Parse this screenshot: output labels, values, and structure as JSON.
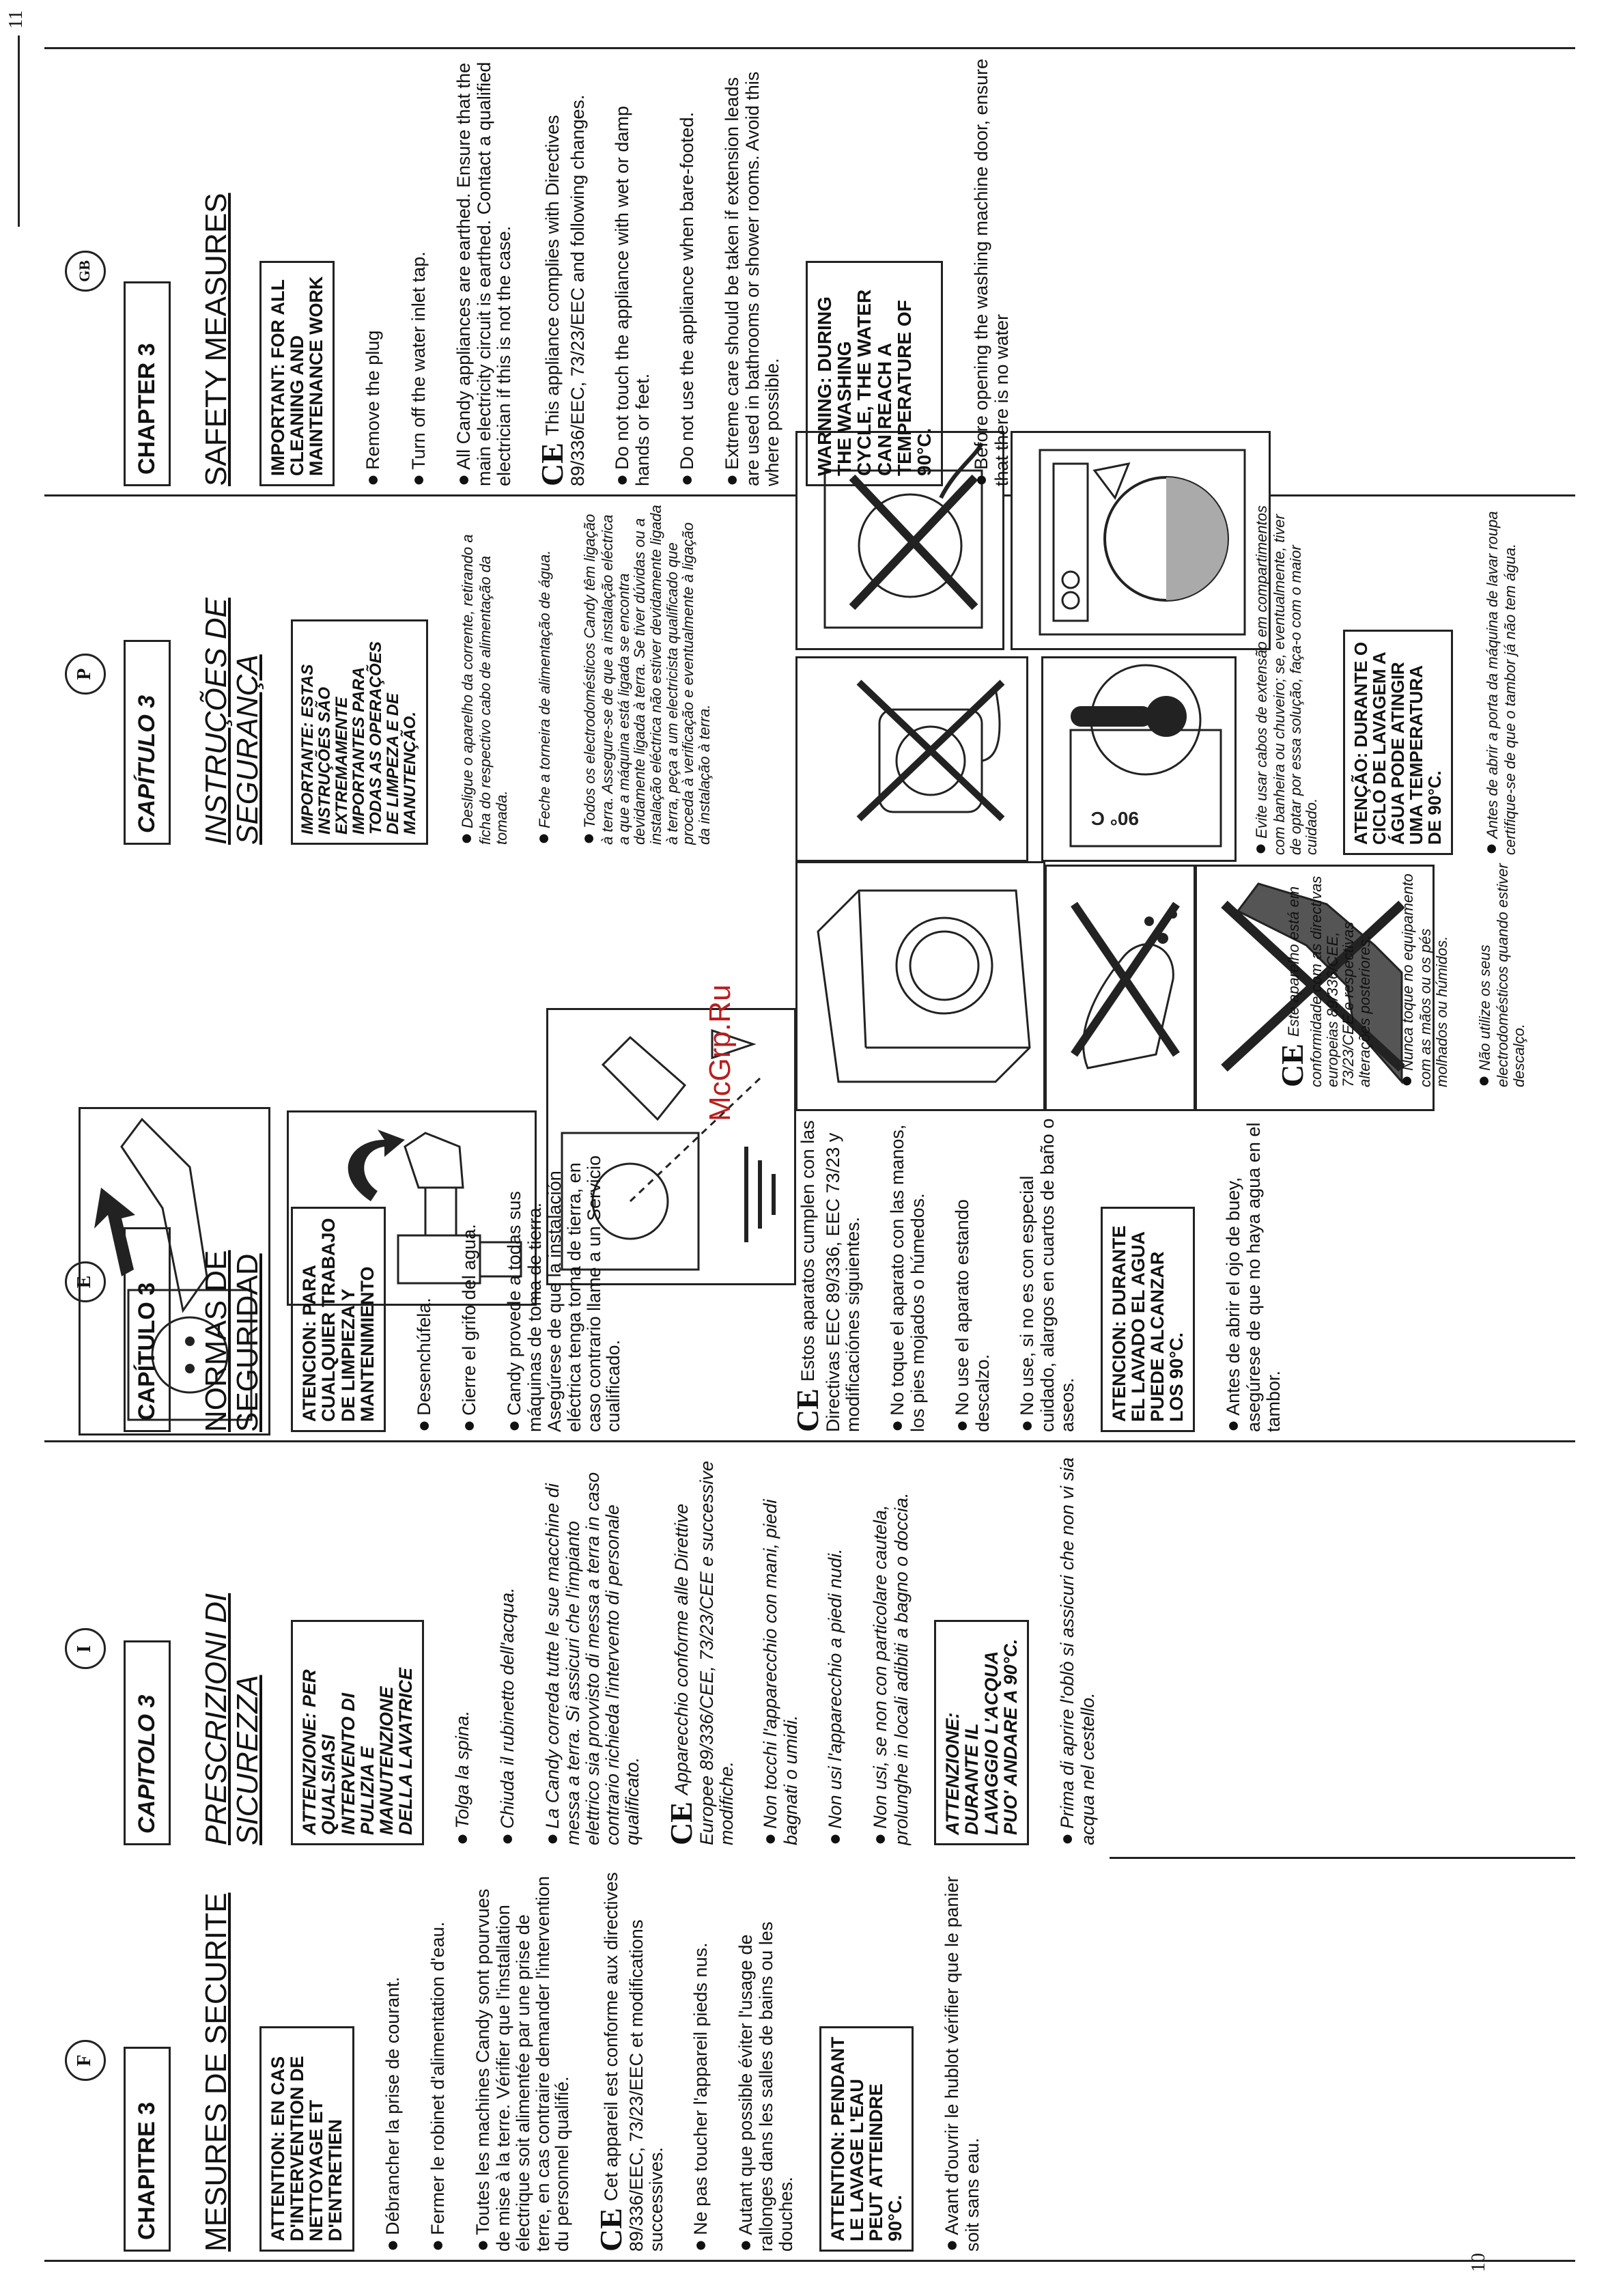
{
  "page_numbers": {
    "left": "10",
    "right": "11"
  },
  "watermark": "McGrp.Ru",
  "columns": {
    "fr": {
      "badge": "F",
      "chapter": "CHAPITRE 3",
      "title": "MESURES DE SECURITE",
      "warning": "ATTENTION: EN CAS D'INTERVENTION DE NETTOYAGE ET D'ENTRETIEN",
      "items": [
        "Débrancher la prise de courant.",
        "Fermer le robinet d'alimentation d'eau.",
        "Toutes les machines Candy sont pourvues de mise à la terre. Vérifier que l'installation électrique soit alimentée par une prise de terre, en cas contraire demander l'intervention du personnel qualifié.",
        "Cet appareil est conforme aux directives 89/336/EEC, 73/23/EEC et modifications successives.",
        "Ne pas toucher l'appareil pieds nus.",
        "Autant que possible éviter l'usage de rallonges dans les salles de bains ou les douches.",
        "ATTENTION: PENDANT LE LAVAGE L'EAU PEUT ATTEINDRE 90°C.",
        "Avant d'ouvrir le hublot vérifier que le panier soit sans eau."
      ]
    },
    "it": {
      "badge": "I",
      "chapter": "CAPITOLO 3",
      "title": "PRESCRIZIONI DI SICUREZZA",
      "warning": "ATTENZIONE: PER QUALSIASI INTERVENTO DI PULIZIA E MANUTENZIONE DELLA LAVATRICE",
      "items": [
        "Tolga la spina.",
        "Chiuda il rubinetto dell'acqua.",
        "La Candy correda tutte le sue macchine di messa a terra. Si assicuri che l'impianto elettrico sia provvisto di messa a terra in caso contrario richieda l'intervento di personale qualificato.",
        "Apparecchio conforme alle Direttive Europee 89/336/CEE, 73/23/CEE e successive modifiche.",
        "Non tocchi l'apparecchio con mani, piedi bagnati o umidi.",
        "Non usi l'apparecchio a piedi nudi.",
        "Non usi, se non con particolare cautela, prolunghe in locali adibiti a bagno o doccia.",
        "ATTENZIONE: DURANTE IL LAVAGGIO L'ACQUA PUO' ANDARE A 90°C.",
        "Prima di aprire l'oblò si assicuri che non vi sia acqua nel cestello."
      ]
    },
    "es": {
      "badge": "E",
      "chapter": "CAPÍTULO 3",
      "title": "NORMAS DE SEGURIDAD",
      "warning": "ATENCION: PARA CUALQUIER TRABAJO DE LIMPIEZA Y MANTENIMIENTO",
      "items": [
        "Desenchúfela.",
        "Cierre el grifo del agua.",
        "Candy provede a todas sus máquinas de toma de tierra. Asegúrese de que la instalación eléctrica tenga toma de tierra, en caso contrario llame a un Servicio cualificado.",
        "Estos aparatos cumplen con las Directivas EEC 89/336, EEC 73/23 y modificaciónes siguientes.",
        "No toque el aparato con las manos, los pies mojados o húmedos.",
        "No use el aparato estando descalzo.",
        "No use, si no es con especial cuidado, alargos en cuartos de baño o aseos.",
        "ATENCION: DURANTE EL LAVADO EL AGUA PUEDE ALCANZAR LOS 90°C.",
        "Antes de abrir el ojo de buey, asegúrese de que no haya agua en el tambor."
      ]
    },
    "pt": {
      "badge": "P",
      "chapter": "CAPÍTULO 3",
      "title": "INSTRUÇÕES DE SEGURANÇA",
      "warning": "IMPORTANTE: ESTAS INSTRUÇÕES SÃO EXTREMAMENTE IMPORTANTES PARA TODAS AS OPERAÇÕES DE LIMPEZA E DE MANUTENÇÃO.",
      "items": [
        "Desligue o aparelho da corrente, retirando a ficha do respectivo cabo de alimentação da tomada.",
        "Feche a torneira de alimentação de água.",
        "Todos os electrodomésticos Candy têm ligação à terra. Assegure-se de que a instalação eléctrica a que a máquina está ligada se encontra devidamente ligada à terra. Se tiver dúvidas ou a instalação eléctrica não estiver devidamente ligada à terra, peça a um electricista qualificado que proceda à verificação e eventualmente à ligação da instalação à terra.",
        "Este aparelho está em conformidade com as directivas europeias 89/336/CEE, 73/23/CEE e respectivas alterações posteriores.",
        "Nunca toque no equipamento com as mãos ou os pés molhados ou húmidos.",
        "Não utilize os seus electrodomésticos quando estiver descalço.",
        "Evite usar cabos de extensão em compartimentos com banheira ou chuveiro; se, eventualmente, tiver de optar por essa solução, faça-o com o maior cuidado.",
        "ATENÇÃO: DURANTE O CICLO DE LAVAGEM A ÁGUA PODE ATINGIR UMA TEMPERATURA DE 90°C.",
        "Antes de abrir a porta da máquina de lavar roupa certifique-se de que o tambor já não tem água."
      ]
    },
    "gb": {
      "badge": "GB",
      "chapter": "CHAPTER 3",
      "title": "SAFETY MEASURES",
      "warning": "IMPORTANT: FOR ALL CLEANING AND MAINTENANCE WORK",
      "items": [
        "Remove the plug",
        "Turn off the water inlet tap.",
        "All Candy appliances are earthed. Ensure that the main electricity circuit is earthed. Contact a qualified electrician if this is not the case.",
        "This appliance complies with Directives 89/336/EEC, 73/23/EEC and following changes.",
        "Do not touch the appliance with wet or damp hands or feet.",
        "Do not use the appliance when bare-footed.",
        "Extreme care should be taken if extension leads are used in bathrooms or shower rooms. Avoid this where possible.",
        "WARNING: DURING THE WASHING CYCLE, THE WATER CAN REACH A TEMPERATURE OF 90°C.",
        "Before opening the washing machine door, ensure that there is no water"
      ]
    }
  },
  "figure_label": "90° C"
}
